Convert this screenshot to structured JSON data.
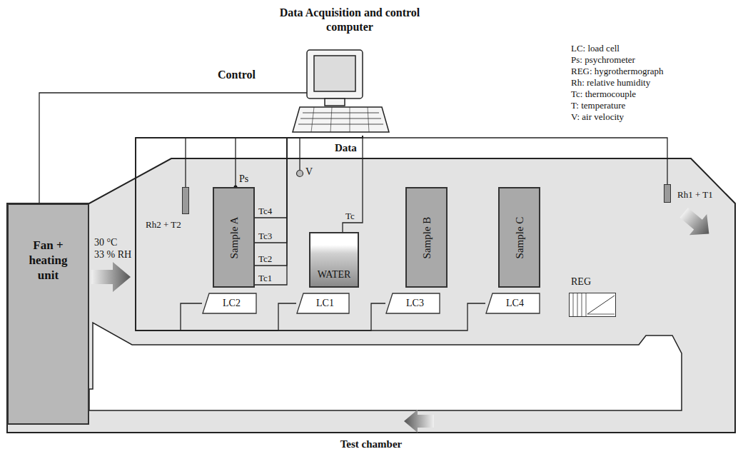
{
  "diagram": {
    "nodes": [
      {
        "text": [
          "Data Acquisition and control computer"
        ]
      },
      {
        "text": [
          "Fan + heating unit"
        ]
      },
      {
        "text": [
          "Test chamber"
        ]
      },
      {
        "text": [
          "Rh2 + T2"
        ],
        "in": 2
      },
      {
        "text": [
          "Sample A"
        ],
        "in": 2
      },
      {
        "text": [
          "V"
        ],
        "in": 2
      },
      {
        "text": [
          "WATER"
        ],
        "in": 2
      },
      {
        "text": [
          "Sample B"
        ],
        "in": 2
      },
      {
        "text": [
          "Sample C"
        ],
        "in": 2
      },
      {
        "text": [
          "Rh1 + T1"
        ],
        "in": 2
      },
      {
        "text": [
          "LC2"
        ],
        "in": 2
      },
      {
        "text": [
          "LC1"
        ],
        "in": 2
      },
      {
        "text": [
          "LC3"
        ],
        "in": 2
      },
      {
        "text": [
          "LC4"
        ],
        "in": 2
      },
      {
        "text": [
          "REG"
        ],
        "in": 2
      }
    ],
    "edges": [
      {
        "from": 0,
        "to": 1,
        "arrow": "none"
      },
      {
        "from": 0,
        "to": 3,
        "arrow": "none"
      },
      {
        "from": 0,
        "to": 4,
        "arrow": "none"
      },
      {
        "from": 0,
        "to": 4,
        "arrow": "none"
      },
      {
        "from": 0,
        "to": 4,
        "arrow": "none"
      },
      {
        "from": 0,
        "to": 4,
        "arrow": "none"
      },
      {
        "from": 0,
        "to": 4,
        "arrow": "none"
      },
      {
        "from": 0,
        "to": 5,
        "arrow": "none"
      },
      {
        "from": 0,
        "to": 6,
        "arrow": "none"
      },
      {
        "from": 0,
        "to": 9,
        "arrow": "none"
      },
      {
        "from": 0,
        "to": 10,
        "arrow": "none"
      },
      {
        "from": 0,
        "to": 11,
        "arrow": "none"
      },
      {
        "from": 0,
        "to": 12,
        "arrow": "none"
      },
      {
        "from": 0,
        "to": 13,
        "arrow": "none"
      }
    ],
    "labels": [
      "Control",
      "Data",
      "30 °C",
      "33 % RH",
      "Ps",
      "Tc4",
      "Tc3",
      "Tc2",
      "Tc1",
      "Tc"
    ],
    "legend": [
      {
        "text": "LC: load cell"
      },
      {
        "text": "Ps: psychrometer"
      },
      {
        "text": "REG: hygrothermograph"
      },
      {
        "text": "Rh: relative humidity"
      },
      {
        "text": "Tc: thermocouple"
      },
      {
        "text": "T: temperature"
      },
      {
        "text": "V: air velocity"
      }
    ]
  }
}
